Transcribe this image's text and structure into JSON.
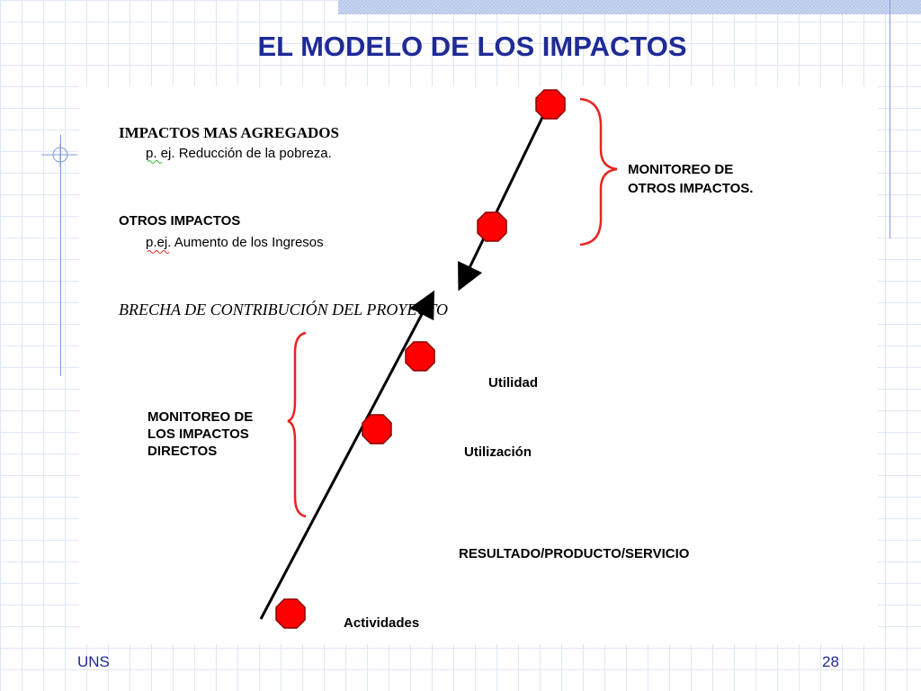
{
  "slide": {
    "title": "EL MODELO DE LOS IMPACTOS",
    "footer_left": "UNS",
    "page_number": "28"
  },
  "diagram": {
    "upper": {
      "heading1": "IMPACTOS MAS AGREGADOS",
      "example1_abbr": "p.",
      "example1_rest": " ej. Reducción de la pobreza.",
      "heading2": "OTROS IMPACTOS",
      "example2_abbr": "p.ej.",
      "example2_rest": " Aumento de los Ingresos",
      "monitor_line1": "MONITOREO DE",
      "monitor_line2": "OTROS IMPACTOS."
    },
    "gap_label": "BRECHA DE CONTRIBUCIÓN DEL PROYECTO",
    "lower": {
      "monitor_line1": "MONITOREO DE",
      "monitor_line2": "LOS IMPACTOS",
      "monitor_line3": "DIRECTOS",
      "utilidad": "Utilidad",
      "utilizacion": "Utilización",
      "resultado": "RESULTADO/PRODUCTO/SERVICIO",
      "actividades": "Actividades"
    },
    "colors": {
      "node_fill": "#ff0000",
      "brace": "#e8231f",
      "line": "#000000",
      "title": "#1f2b96"
    }
  }
}
